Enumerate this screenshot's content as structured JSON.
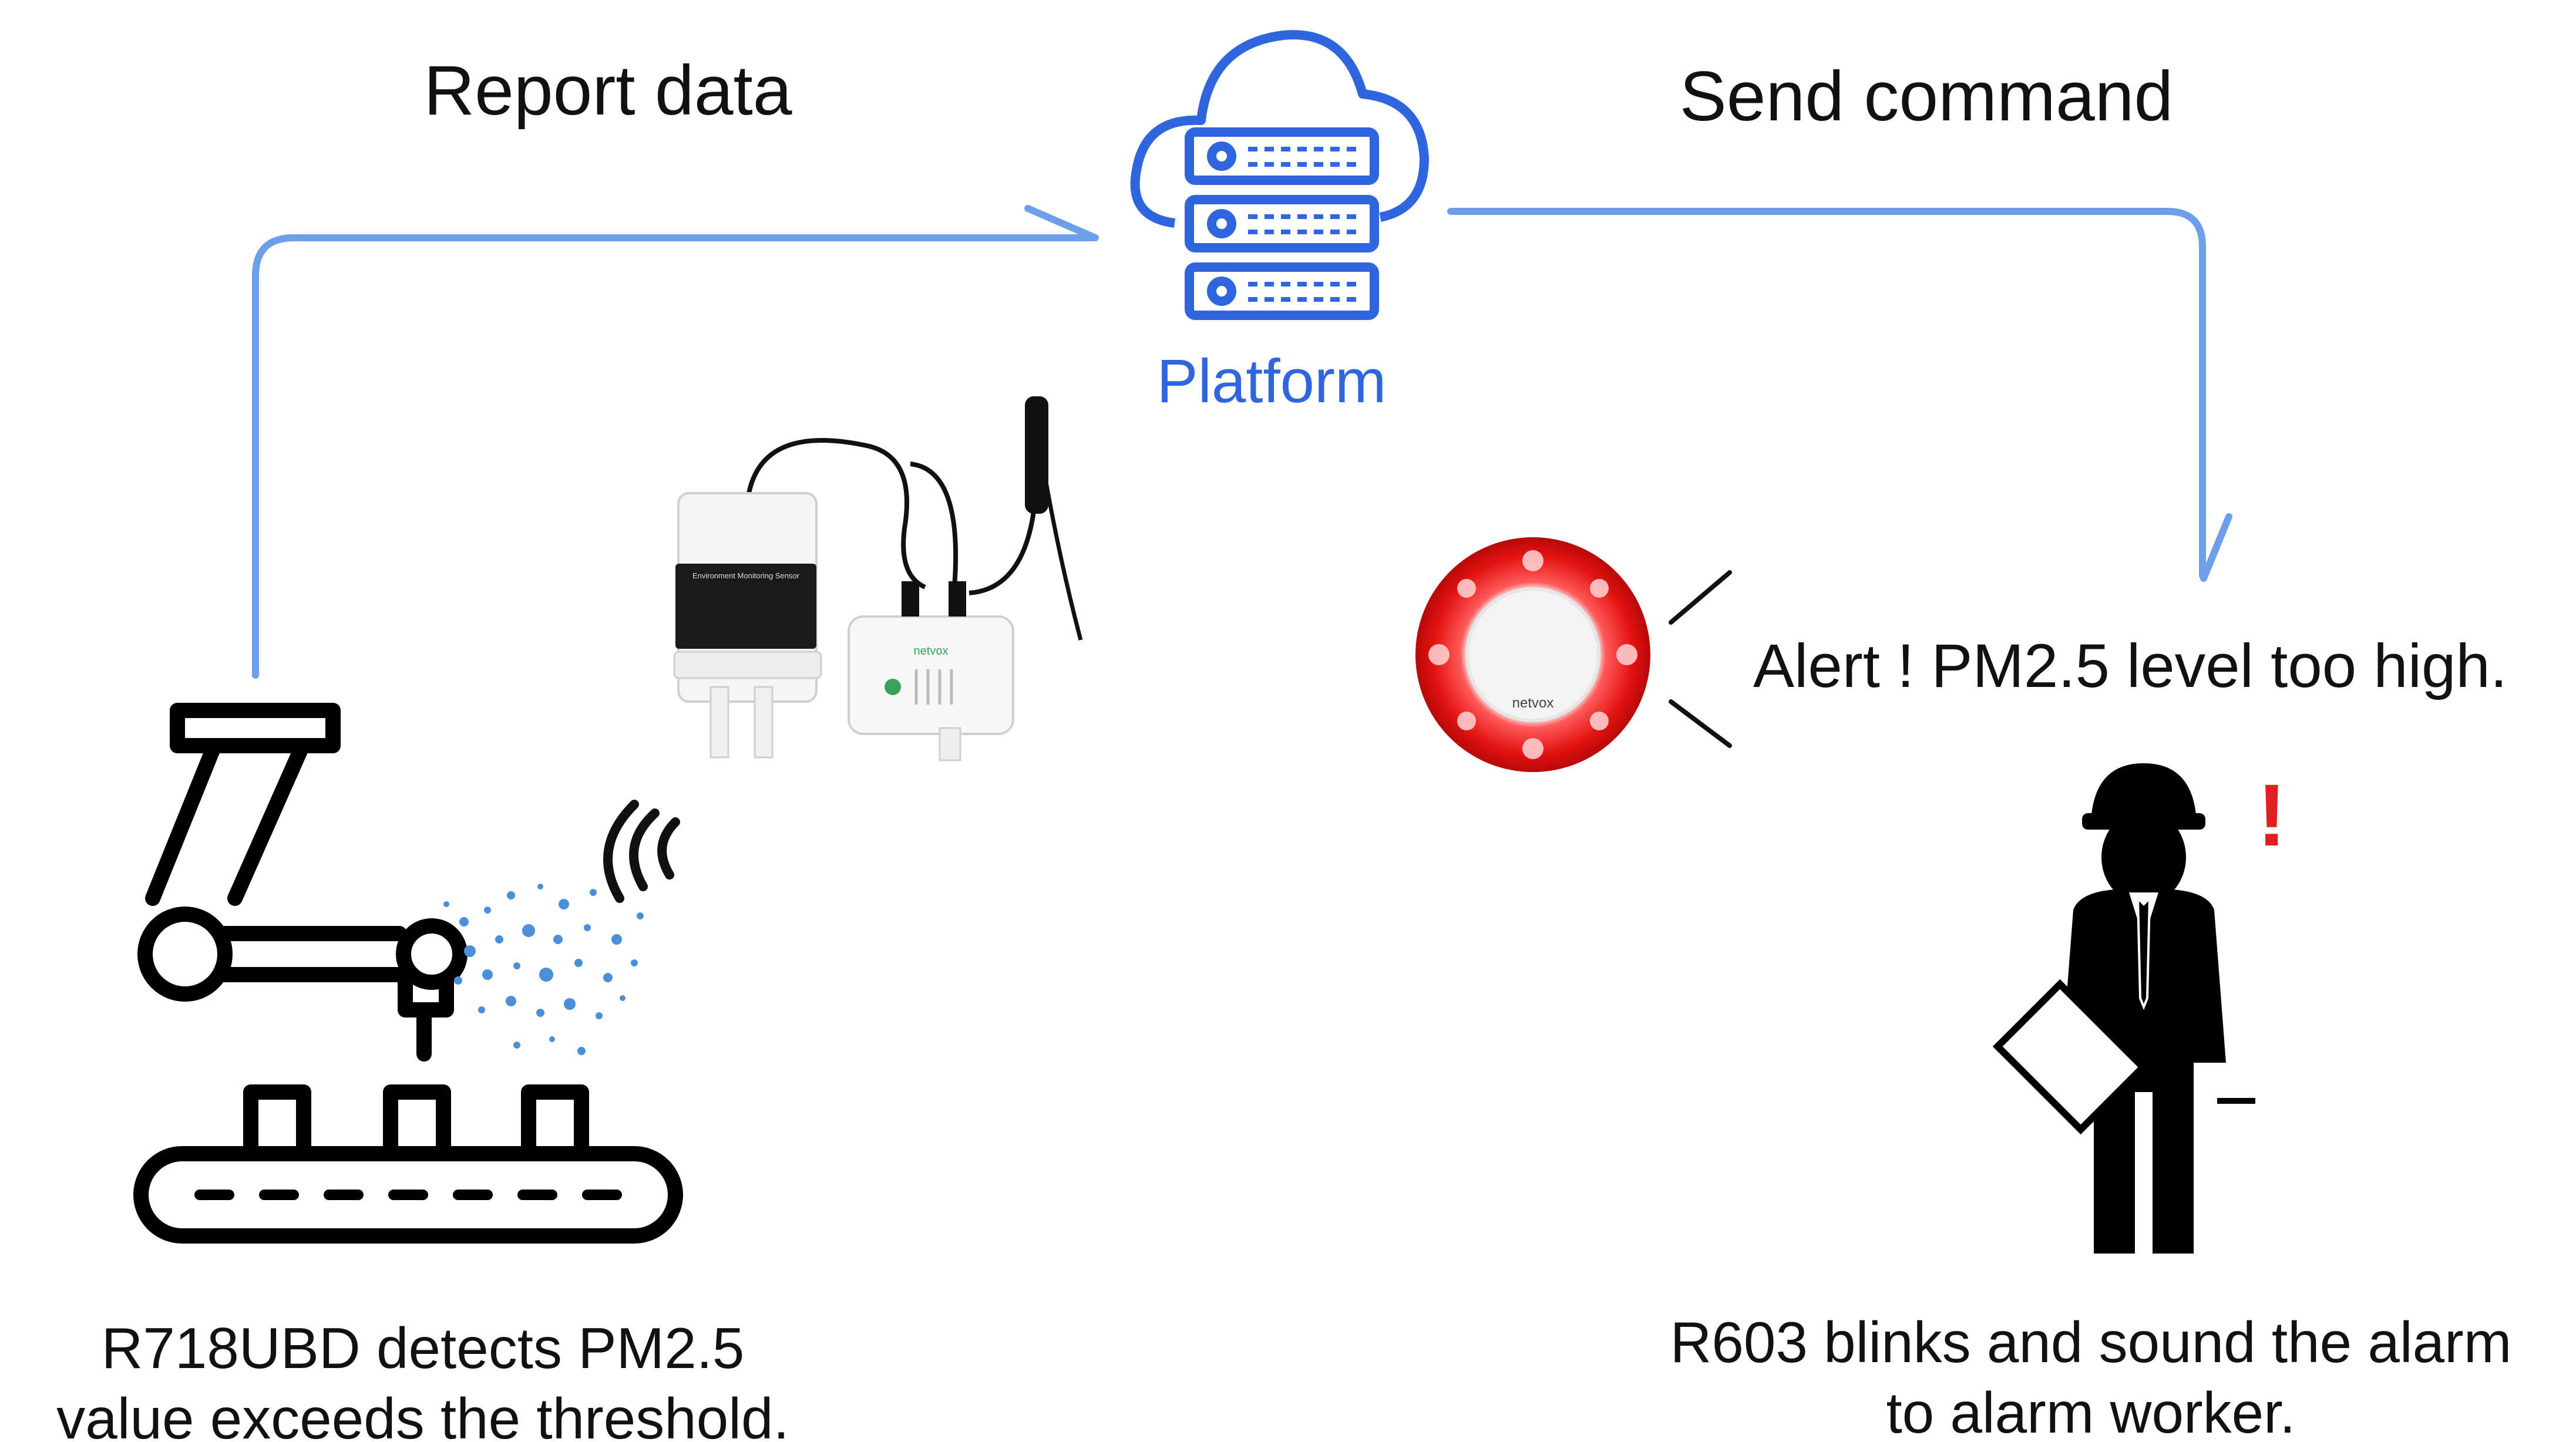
{
  "labels": {
    "report": "Report data",
    "send": "Send command",
    "platform": "Platform",
    "alert": "Alert ! PM2.5 level too high.",
    "left_caption_1": "R718UBD detects PM2.5",
    "left_caption_2": "value exceeds the threshold.",
    "right_caption_1": "R603 blinks and sound the alarm",
    "right_caption_2": "to alarm worker.",
    "exclaim": "!"
  },
  "devices": {
    "sensor_brand": "netvox",
    "sensor_plate": "Environment Monitoring Sensor",
    "siren_brand": "netvox"
  },
  "icons": [
    "cloud-server-icon",
    "robot-arm-conveyor-icon",
    "wireless-signal-icon",
    "worker-icon",
    "siren-device-image",
    "sensor-device-image"
  ],
  "colors": {
    "arrow": "#6d9eea",
    "platform": "#2f66e0",
    "text": "#111111",
    "alert_red": "#e02020",
    "dust": "#4a90d9"
  }
}
